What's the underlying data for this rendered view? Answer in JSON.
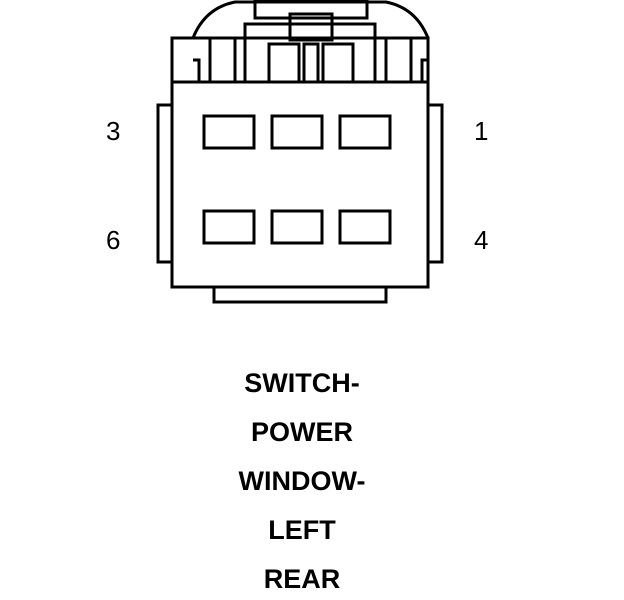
{
  "pins": {
    "top_left": "3",
    "top_right": "1",
    "bottom_left": "6",
    "bottom_right": "4"
  },
  "caption": {
    "line1": "SWITCH-",
    "line2": "POWER",
    "line3": "WINDOW-",
    "line4": "LEFT",
    "line5": "REAR"
  },
  "colors": {
    "stroke": "#000000",
    "background": "#ffffff"
  }
}
